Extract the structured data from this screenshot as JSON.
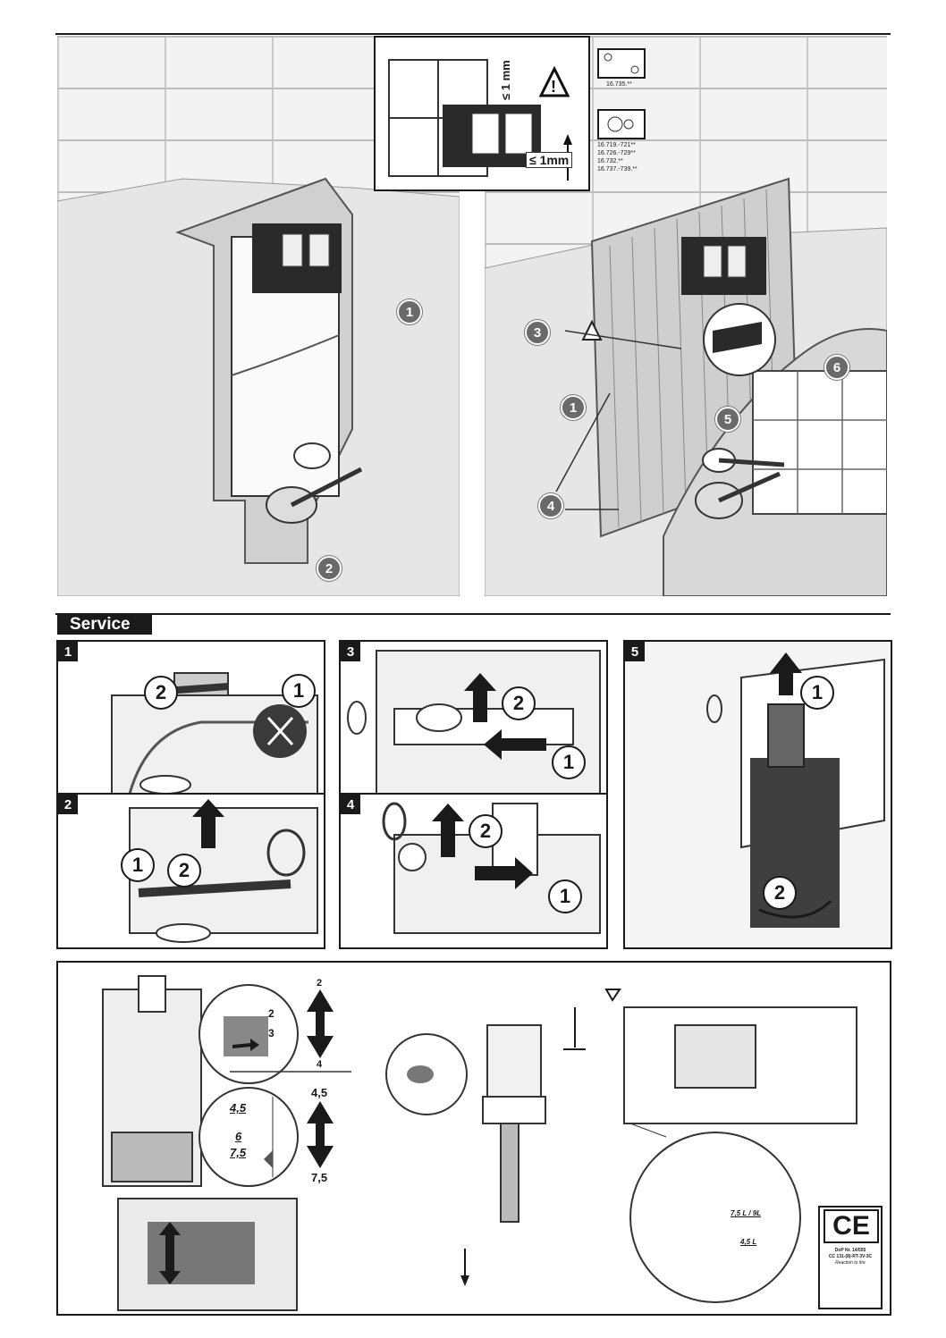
{
  "top": {
    "wall_left_callouts": [
      "1",
      "2"
    ],
    "wall_right_callouts": [
      "3",
      "1",
      "4",
      "5",
      "6"
    ],
    "gap_label": "≤ 1mm",
    "gap_label_vertical": "≤ 1 mm",
    "plate_a_codes": "16.735.**",
    "plate_b_codes": [
      "16.719.-721**",
      "16.726.-729**",
      "16.732.**",
      "16.737.-739.**"
    ]
  },
  "service": {
    "title": "Service",
    "steps": [
      {
        "num": "1",
        "callouts": [
          "2",
          "1"
        ]
      },
      {
        "num": "2",
        "callouts": [
          "1",
          "2"
        ]
      },
      {
        "num": "3",
        "callouts": [
          "2",
          "1"
        ]
      },
      {
        "num": "4",
        "callouts": [
          "2",
          "1"
        ]
      },
      {
        "num": "5",
        "callouts": [
          "1",
          "2"
        ]
      }
    ]
  },
  "adjust": {
    "upper_scale": [
      "2",
      "3"
    ],
    "upper_arrow_top": "2",
    "upper_arrow_bottom": "4",
    "lower_scale": [
      "4,5",
      "6",
      "7,5"
    ],
    "lower_arrow_top": "4,5",
    "lower_arrow_bottom": "7,5",
    "volume_labels": [
      "7,5 L / 9L",
      "4,5 L"
    ]
  },
  "ce": {
    "mark": "CE",
    "lines": [
      "DoP Nr. 14/555",
      "CC 131-(8)-RT-3V-3C",
      "Reaction to fire"
    ]
  }
}
